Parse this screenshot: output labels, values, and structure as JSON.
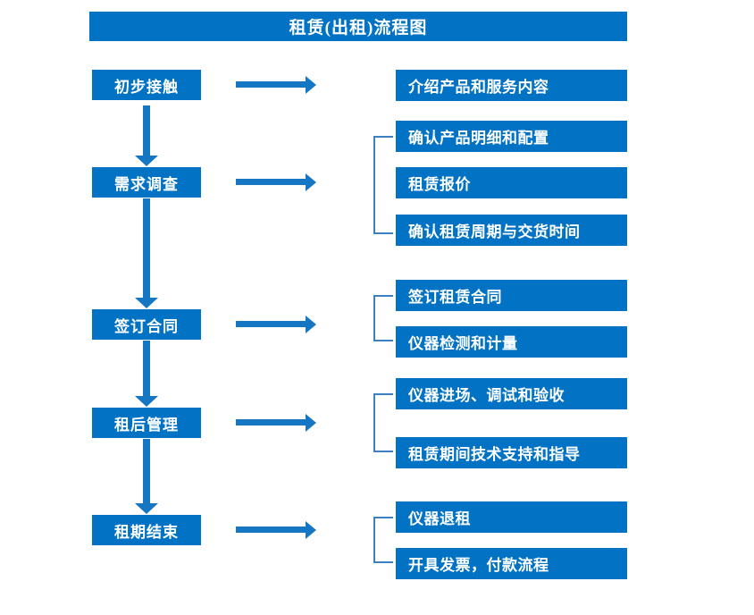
{
  "diagram": {
    "title": "租赁(出租)流程图",
    "colors": {
      "box_fill": "#0272C4",
      "box_text": "#FFFFFF",
      "arrow": "#1577C4",
      "bracket": "#3E7FC1",
      "background": "#FFFFFF"
    },
    "stages": [
      {
        "label": "初步接触",
        "details": [
          "介绍产品和服务内容"
        ]
      },
      {
        "label": "需求调查",
        "details": [
          "确认产品明细和配置",
          "租赁报价",
          "确认租赁周期与交货时间"
        ]
      },
      {
        "label": "签订合同",
        "details": [
          "签订租赁合同",
          "仪器检测和计量"
        ]
      },
      {
        "label": "租后管理",
        "details": [
          "仪器进场、调试和验收",
          "租赁期间技术支持和指导"
        ]
      },
      {
        "label": "租期结束",
        "details": [
          "仪器退租",
          "开具发票，付款流程"
        ]
      }
    ]
  }
}
